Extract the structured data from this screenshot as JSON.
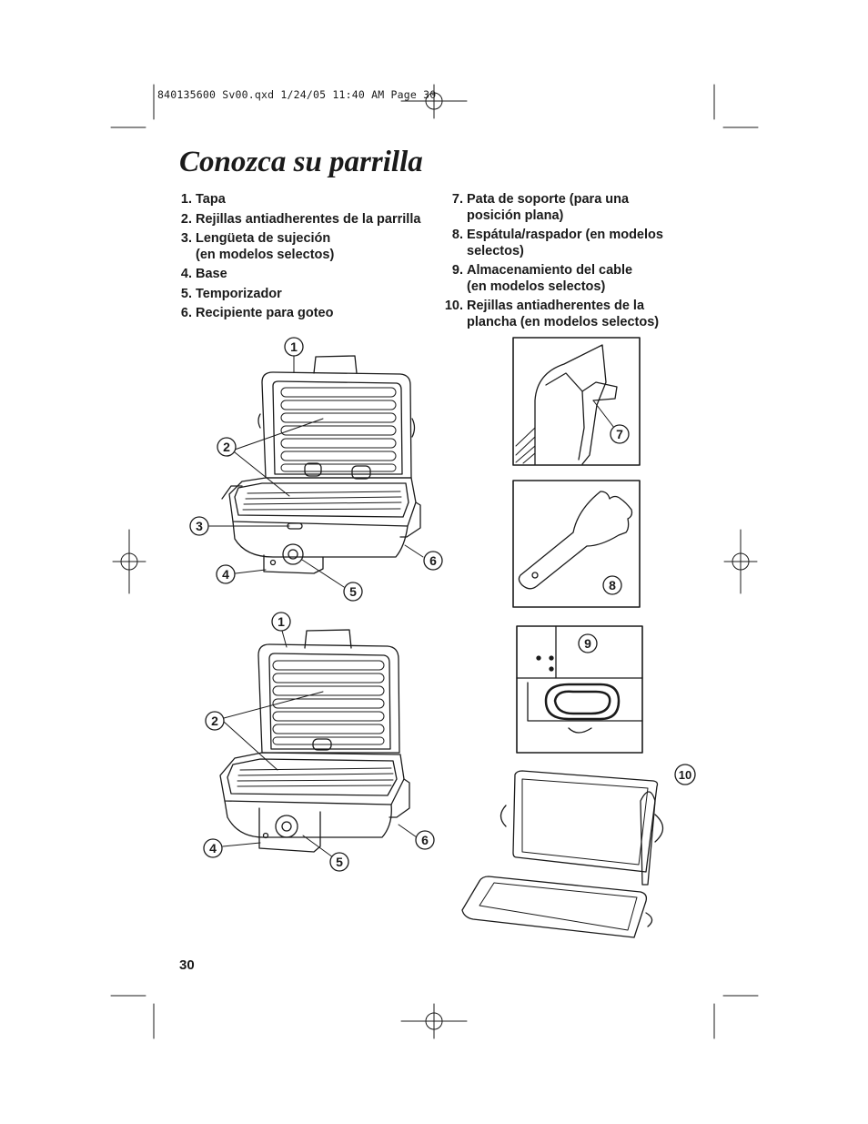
{
  "header": {
    "slug": "840135600 Sv00.qxd  1/24/05  11:40 AM  Page 30"
  },
  "page": {
    "title": "Conozca su parrilla",
    "page_number": "30"
  },
  "parts_left": [
    {
      "num": "1.",
      "text": "Tapa"
    },
    {
      "num": "2.",
      "text": "Rejillas antiadherentes de la parrilla"
    },
    {
      "num": "3.",
      "text": "Lengüeta de sujeción (en modelos selectos)"
    },
    {
      "num": "4.",
      "text": "Base"
    },
    {
      "num": "5.",
      "text": "Temporizador"
    },
    {
      "num": "6.",
      "text": "Recipiente para goteo"
    }
  ],
  "parts_right": [
    {
      "num": "7.",
      "text": "Pata de soporte (para una posición plana)"
    },
    {
      "num": "8.",
      "text": "Espátula/raspador (en modelos selectos)"
    },
    {
      "num": "9.",
      "text": "Almacenamiento del cable (en modelos selectos)"
    },
    {
      "num": "10.",
      "text": "Rejillas antiadherentes de la plancha (en modelos selectos)"
    }
  ],
  "callouts": {
    "c1": "1",
    "c2": "2",
    "c3": "3",
    "c4": "4",
    "c5": "5",
    "c6": "6",
    "c7": "7",
    "c8": "8",
    "c9": "9",
    "c10": "10"
  }
}
